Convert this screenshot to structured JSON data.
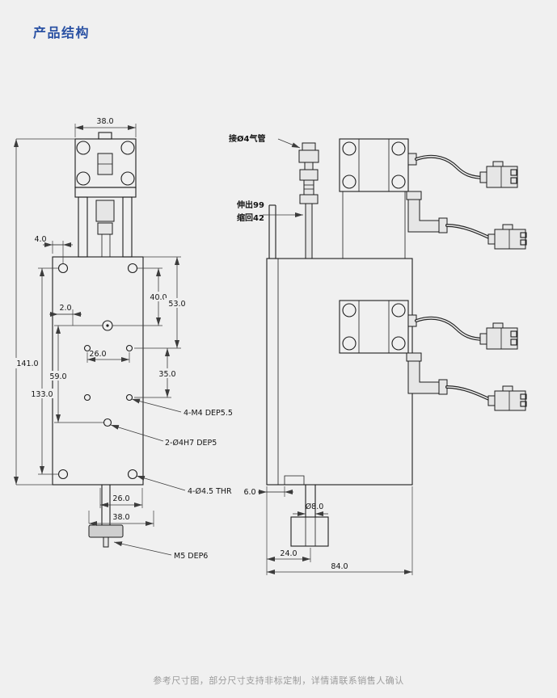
{
  "page": {
    "title": "产品结构",
    "footer": "参考尺寸图，部分尺寸支持非标定制，详情请联系销售人确认"
  },
  "front_view": {
    "dims": {
      "top_width": "38.0",
      "edge_offset": "4.0",
      "hole_offset": "2.0",
      "hole_span_mid": "26.0",
      "screw_to_hole": "40.0",
      "plate_to_hole": "53.0",
      "hole_row_span": "35.0",
      "center_hole_span": "59.0",
      "screw_span": "133.0",
      "overall_height": "141.0",
      "bottom_span_inner": "26.0",
      "bottom_span_outer": "38.0"
    },
    "notes": {
      "m4": "4-M4 DEP5.5",
      "h7": "2-Ø4H7 DEP5",
      "thr": "4-Ø4.5 THR",
      "m5": "M5 DEP6"
    }
  },
  "side_view": {
    "notes": {
      "air": "接Ø4气管",
      "extend": "伸出99",
      "retract": "缩回42"
    },
    "dims": {
      "step": "6.0",
      "shaft_dia": "Ø8.0",
      "shaft_offset": "24.0",
      "body_width": "84.0"
    }
  }
}
